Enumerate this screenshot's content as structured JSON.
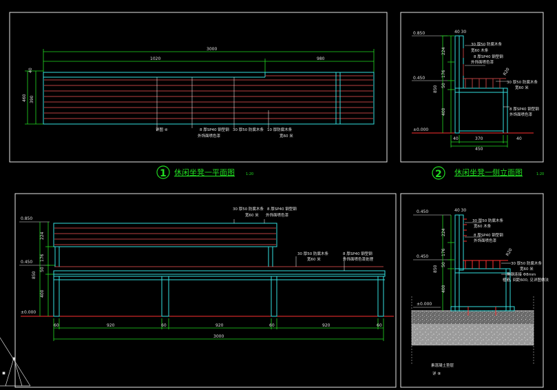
{
  "views": {
    "plan": {
      "dims": {
        "total": "3000",
        "left": "1020",
        "right": "980",
        "h1": "40",
        "h2": "390",
        "h_total": "460"
      },
      "labels": {
        "l1": "8 厚SP40 钢型钢",
        "l1b": "外饰面喷色漆",
        "l2": "30 厚50 防腐木条",
        "l3": "10 厚防腐木条",
        "l3b": "宽60 米",
        "arrow": "详图 ④"
      }
    },
    "side1": {
      "dims": {
        "top": "40 30",
        "e1": "0.850",
        "e2": "0.450",
        "e3": "±0.000",
        "v1": "224",
        "v2": "176",
        "v3": "50",
        "v4": "400",
        "v_total": "850",
        "b1": "40",
        "b2": "370",
        "b3": "40",
        "b_total": "450",
        "r": "R20"
      },
      "labels": {
        "l1": "30 厚50 防腐木条",
        "l1b": "宽60 木条",
        "l2": "8 厚SP40 钢型钢",
        "l2b": "外饰面喷色漆",
        "l3": "30 厚50 防腐木条",
        "l3b": "宽60 米",
        "l4": "8 厚SP40 钢型钢",
        "l4b": "外饰面喷色漆"
      }
    },
    "front": {
      "dims": {
        "e1": "0.850",
        "e2": "0.450",
        "e3": "±0.000",
        "v1": "224",
        "v2": "176",
        "v3": "50",
        "v4": "400",
        "v_total": "850",
        "s1": "60",
        "s2": "920",
        "s3": "60",
        "s4": "920",
        "s5": "60",
        "s6": "920",
        "s7": "60",
        "total": "3000"
      },
      "labels": {
        "l1": "30 厚50 防腐木条",
        "l1b": "宽60 米",
        "l2": "8 厚SP40 钢型钢",
        "l2b": "外饰面喷色漆",
        "l3": "30 厚50 防腐木条",
        "l3b": "宽60 米",
        "l4": "8 厚SP40 钢型钢",
        "l4b": "外饰面喷色漆处理"
      }
    },
    "section": {
      "dims": {
        "e1": "0.450",
        "e3": "±0.000",
        "top": "40 30",
        "v1": "224",
        "v2": "176",
        "v3": "50",
        "v4": "400",
        "v_total": "850",
        "r": "R20"
      },
      "labels": {
        "l1": "30 厚50 防腐木条",
        "l1b": "宽60 木条",
        "l2": "8 厚SP40 钢型钢",
        "l2b": "外饰面喷色漆",
        "l3": "30 厚50 防腐木条",
        "l3b": "宽60 米",
        "l4": "角钢连接 Φ8mm",
        "l4b": "植筋, 间距600, 见详图做法",
        "foot": "素混凝土垫层",
        "foot2": "详 ⑧"
      }
    }
  },
  "titles": {
    "t1": {
      "num": "1",
      "text": "休闲坐凳一平面图",
      "scale": "1:20"
    },
    "t2": {
      "num": "2",
      "text": "休闲坐凳一侧立面图",
      "scale": "1:20"
    }
  }
}
